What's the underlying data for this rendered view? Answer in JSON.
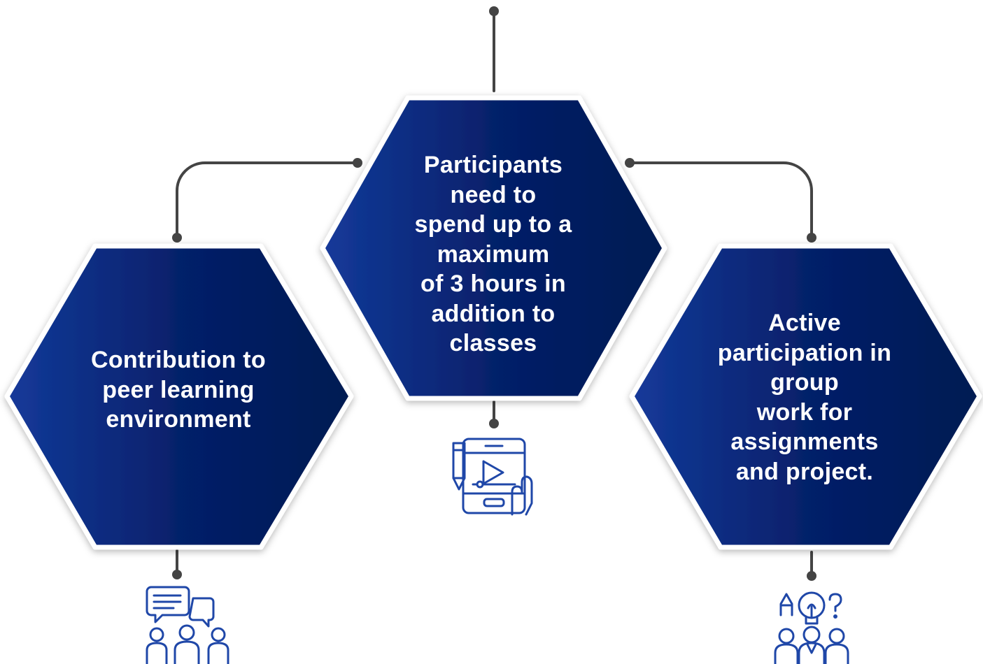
{
  "colors": {
    "hex_dark": "#041a52",
    "hex_mid": "#06206a",
    "hex_light": "#143a9a",
    "border": "#ffffff",
    "connector": "#444444",
    "icon": "#1f47a8"
  },
  "nodes": [
    {
      "id": "center",
      "text": "Participants\nneed to\nspend up to a\nmaximum\nof 3 hours in\naddition to\nclasses",
      "icon": "tablet-video-pencil-icon"
    },
    {
      "id": "left",
      "text": "Contribution to\npeer learning\nenvironment",
      "icon": "group-discussion-icon"
    },
    {
      "id": "right",
      "text": "Active\nparticipation in\ngroup\nwork for\nassignments\nand project.",
      "icon": "team-idea-icon"
    }
  ]
}
